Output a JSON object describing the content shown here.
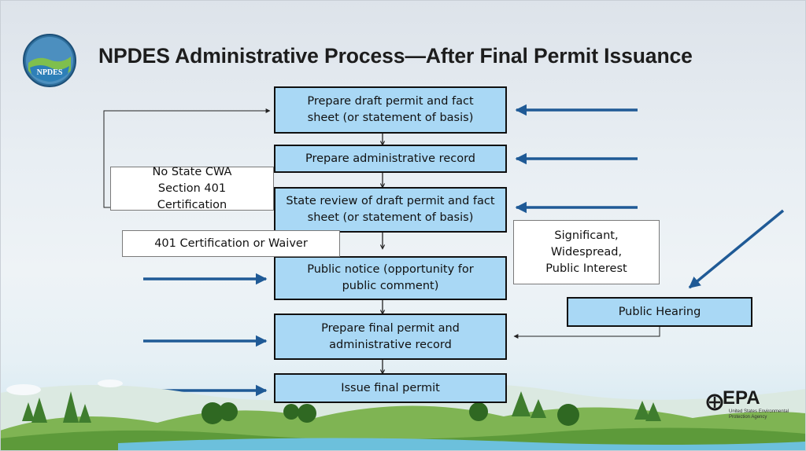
{
  "slide": {
    "title": "NPDES Administrative Process—After Final Permit Issuance",
    "logo_text": "NPDES",
    "epa_logo_text": "EPA",
    "epa_logo_subtext": "United States Environmental Protection Agency"
  },
  "flow_steps": [
    "Prepare draft permit and fact sheet (or statement of basis)",
    "Prepare administrative record",
    "State review of draft permit and fact sheet (or statement of basis)",
    "Public notice (opportunity for public comment)",
    "Prepare final permit and administrative record",
    "Issue final permit"
  ],
  "side_labels": {
    "no_certification": "No State CWA Section 401 Certification",
    "certification": "401 Certification or Waiver",
    "significant_interest": "Significant, Widespread, Public Interest",
    "public_hearing": "Public Hearing"
  },
  "colors": {
    "box_fill": "#a9d8f5",
    "pointer_arrow": "#1f5a96",
    "title_text": "#1d1d1d"
  }
}
